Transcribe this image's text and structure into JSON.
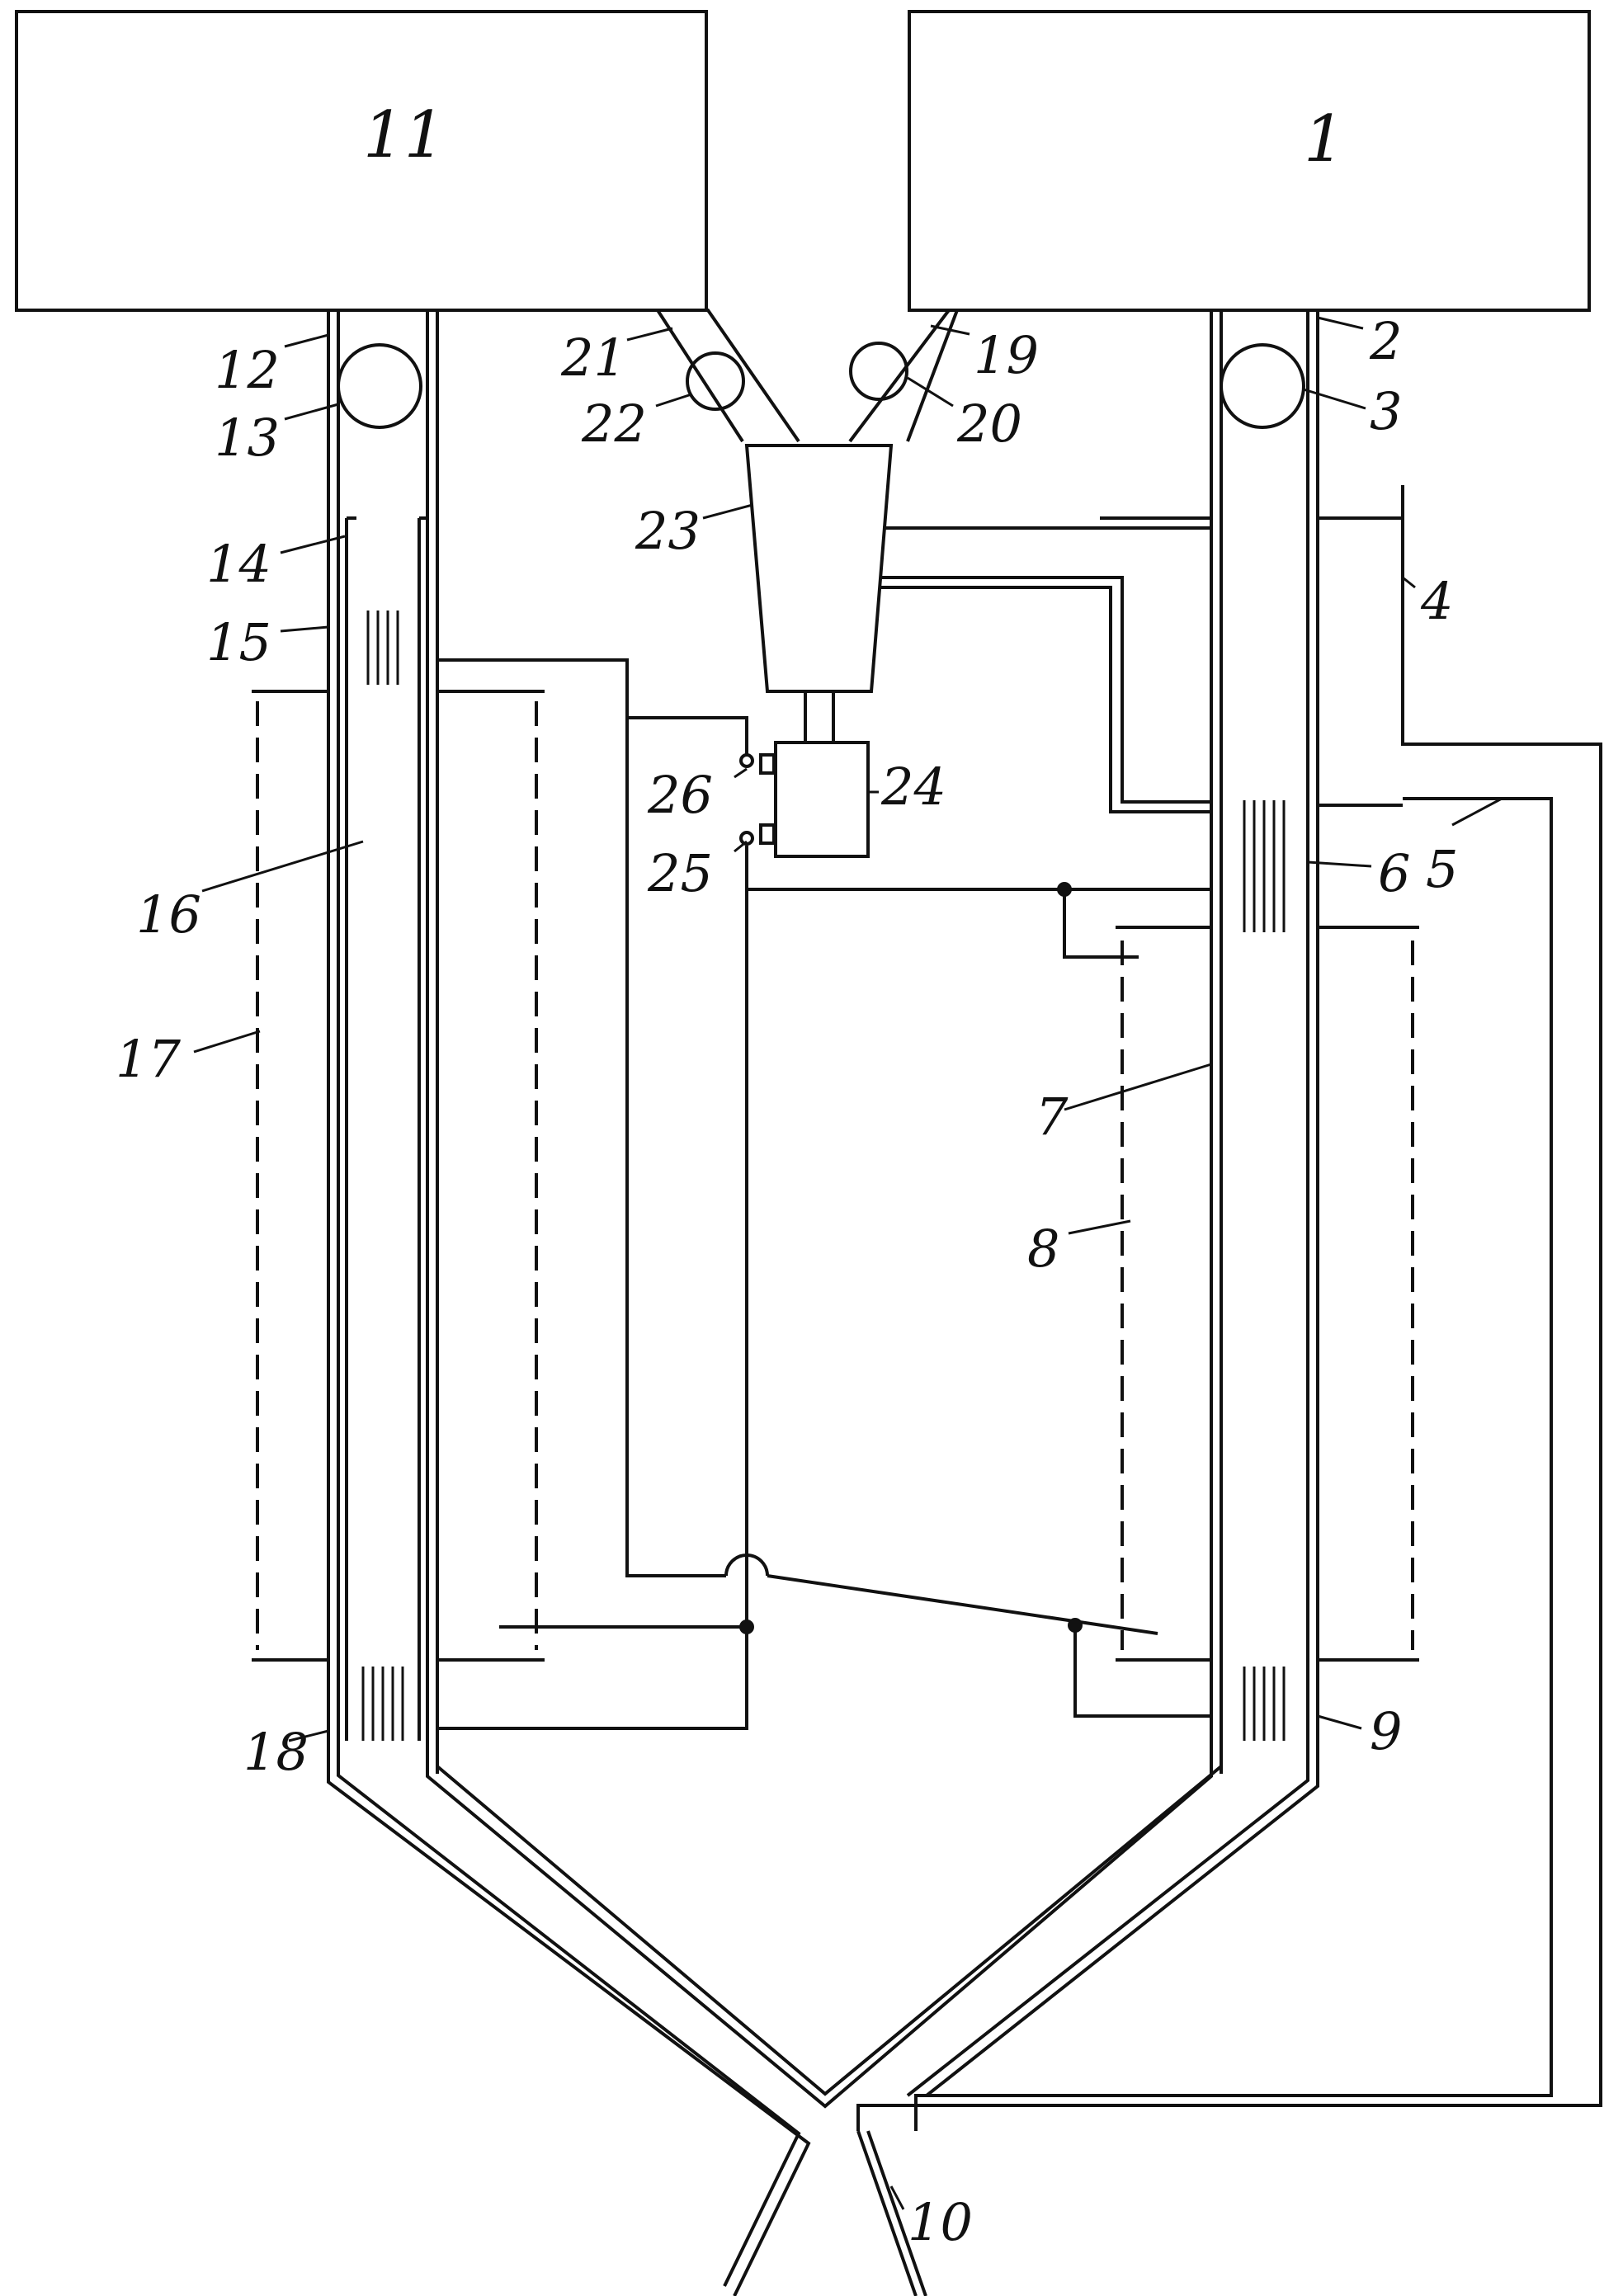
{
  "labels": {
    "l1": "1",
    "l2": "2",
    "l3": "3",
    "l4": "4",
    "l5": "5",
    "l6": "6",
    "l7": "7",
    "l8": "8",
    "l9": "9",
    "l10": "10",
    "l11": "11",
    "l12": "12",
    "l13": "13",
    "l14": "14",
    "l15": "15",
    "l16": "16",
    "l17": "17",
    "l18": "18",
    "l19": "19",
    "l20": "20",
    "l21": "21",
    "l22": "22",
    "l23": "23",
    "l24": "24",
    "l25": "25",
    "l26": "26"
  }
}
